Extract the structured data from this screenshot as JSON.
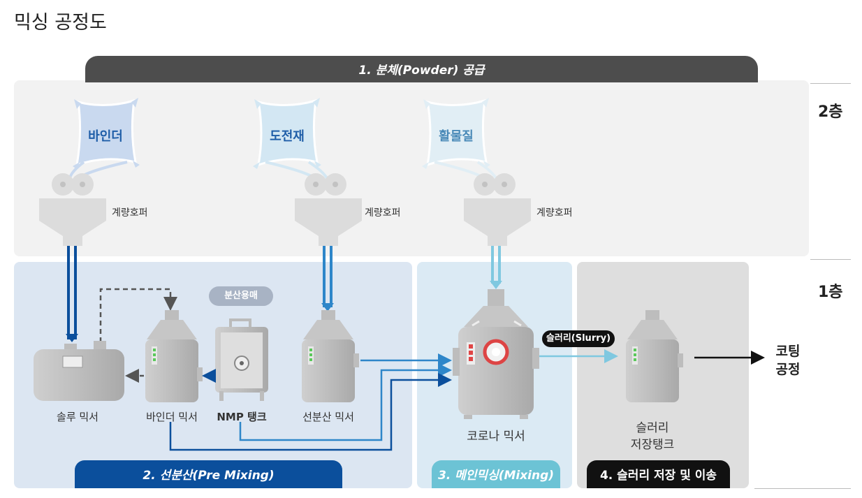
{
  "page_title": "믹싱 공정도",
  "powder_supply": "1. 분체(Powder) 공급",
  "floors": {
    "upper": "2층",
    "lower": "1층"
  },
  "materials": [
    {
      "label": "바인더",
      "color": "#1f5ea8"
    },
    {
      "label": "도전재",
      "color": "#1f5ea8"
    },
    {
      "label": "활물질",
      "color": "#4a8ab8"
    }
  ],
  "hoppers": [
    "계량호퍼",
    "계량호퍼",
    "계량호퍼"
  ],
  "solvent_badge": "분산용매",
  "equipment": {
    "sol_mixer": "솔루 믹서",
    "binder_mixer": "바인더 믹서",
    "nmp_tank": "NMP 탱크",
    "predisperse_mixer": "선분산 믹서",
    "corona_mixer": "코로나 믹서",
    "slurry_tank_line1": "슬러리",
    "slurry_tank_line2": "저장탱크"
  },
  "slurry_label": "슬러리(Slurry)",
  "coating": {
    "line1": "코팅",
    "line2": "공정"
  },
  "stages": {
    "pre_mixing": "2. 선분산(Pre Mixing)",
    "main_mixing": "3. 메인믹싱(Mixing)",
    "storage": "4. 슬러리 저장 및 이송"
  },
  "colors": {
    "dark_blue": "#0b4f9c",
    "mid_blue": "#2e86c9",
    "light_blue": "#7fc8e0",
    "header_gray": "#4d4d4d",
    "stage2_tab": "#0b4f9c",
    "stage3_tab": "#6cc3d5",
    "stage4_tab": "#111111"
  }
}
